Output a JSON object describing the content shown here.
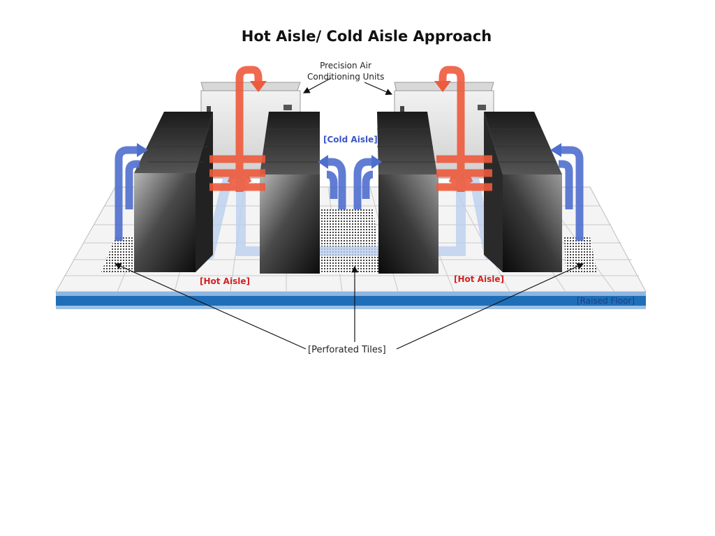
{
  "title": "Hot Aisle/ Cold Aisle Approach",
  "labels": {
    "ac_line1": "Precision Air",
    "ac_line2": "Conditioning Units",
    "cold_aisle": "[Cold Aisle]",
    "hot_aisle_left": "[Hot Aisle]",
    "hot_aisle_right": "[Hot Aisle]",
    "raised_floor": "[Raised Floor]",
    "perforated_tiles": "[Perforated Tiles]"
  },
  "colors": {
    "hot_air": "#ee5a3c",
    "cold_air": "#4f6fcf",
    "cold_air_light": "#bcd0f0",
    "floor_band": "#1f6fb8",
    "floor_tile": "#f3f3f3",
    "rack_dark": "#151515",
    "ac_unit": "#e6e6e6"
  }
}
